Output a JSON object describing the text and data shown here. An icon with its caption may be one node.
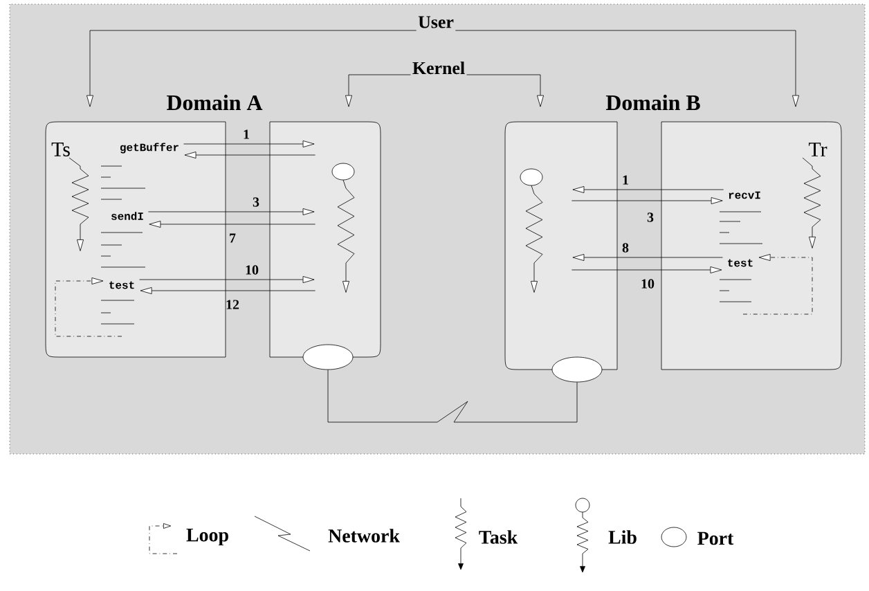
{
  "diagram": {
    "nodes": [
      {
        "text": [
          "User"
        ]
      },
      {
        "text": [
          "Kernel"
        ]
      },
      {
        "text": [
          "Ts"
        ]
      },
      {
        "text": [
          "getBuffer"
        ],
        "in": 2
      },
      {
        "text": [
          "sendI"
        ],
        "in": 2
      },
      {
        "text": [
          "test"
        ],
        "in": 2
      },
      {
        "text": [],
        "shape": "box"
      },
      {
        "text": [],
        "shape": "circle"
      },
      {
        "text": [],
        "shape": "box"
      },
      {
        "text": [],
        "shape": "circle"
      },
      {
        "text": [
          "Tr"
        ]
      },
      {
        "text": [
          "recvI"
        ],
        "in": 10
      },
      {
        "text": [
          "test"
        ],
        "in": 10
      }
    ],
    "edges": [
      {
        "from": 0,
        "to": 2,
        "arrow": "to"
      },
      {
        "from": 0,
        "to": 10,
        "arrow": "to"
      },
      {
        "from": 1,
        "to": 6,
        "arrow": "to"
      },
      {
        "from": 1,
        "to": 8,
        "arrow": "to"
      },
      {
        "from": 3,
        "to": 6,
        "arrow": "to",
        "label": "1"
      },
      {
        "from": 6,
        "to": 3,
        "arrow": "to"
      },
      {
        "from": 4,
        "to": 6,
        "arrow": "to",
        "label": "3"
      },
      {
        "from": 6,
        "to": 4,
        "arrow": "to",
        "label": "7"
      },
      {
        "from": 5,
        "to": 6,
        "arrow": "to",
        "label": "10"
      },
      {
        "from": 6,
        "to": 5,
        "arrow": "to",
        "label": "12"
      },
      {
        "from": 11,
        "to": 8,
        "arrow": "to",
        "label": "1"
      },
      {
        "from": 8,
        "to": 11,
        "arrow": "to",
        "label": "3"
      },
      {
        "from": 12,
        "to": 8,
        "arrow": "to",
        "label": "8"
      },
      {
        "from": 8,
        "to": 12,
        "arrow": "to",
        "label": "10"
      },
      {
        "from": 7,
        "to": 9,
        "arrow": "none"
      },
      {
        "from": null,
        "to": 5,
        "arrow": "to",
        "style": "dashed"
      },
      {
        "from": null,
        "to": 12,
        "arrow": "to",
        "style": "dashed"
      }
    ],
    "labels": [
      "Domain A",
      "Domain B"
    ],
    "legend": [
      {
        "text": "Loop"
      },
      {
        "text": "Network"
      },
      {
        "text": "Task"
      },
      {
        "text": "Lib"
      },
      {
        "text": "Port"
      }
    ]
  }
}
